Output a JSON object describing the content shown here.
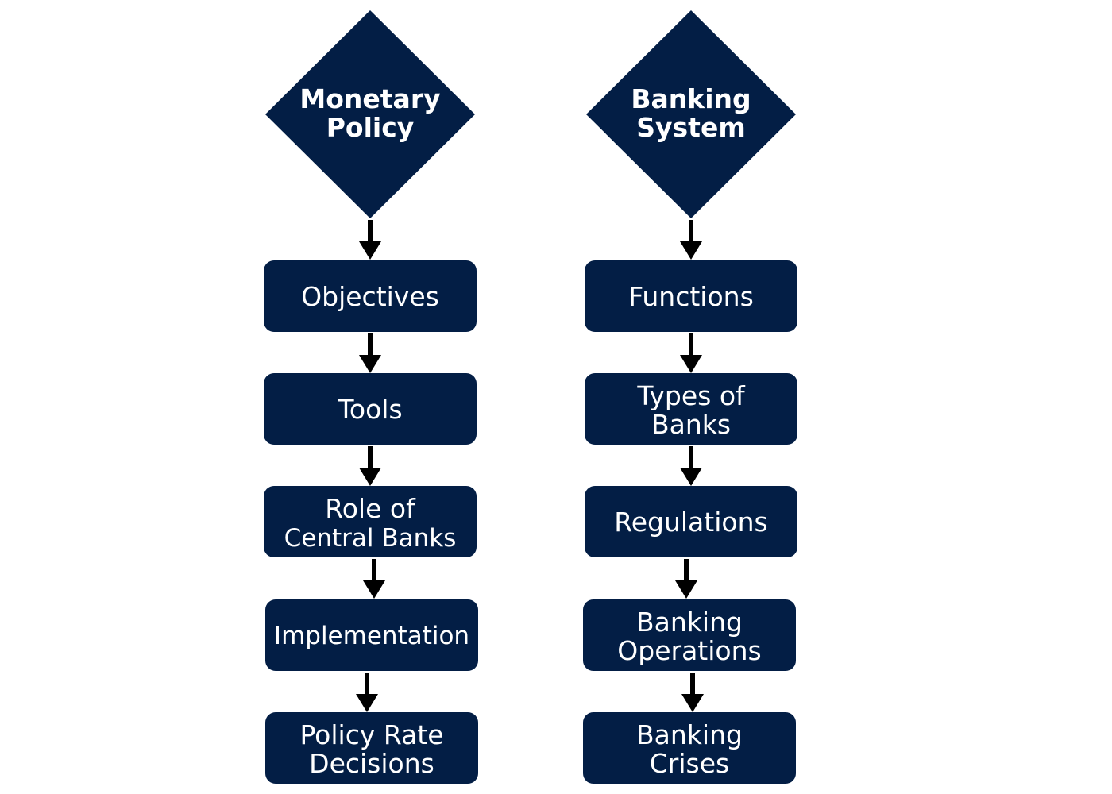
{
  "colors": {
    "node_fill": "#031e45",
    "node_text": "#ffffff",
    "arrow": "#000000",
    "background": "#ffffff"
  },
  "columns": [
    {
      "id": "monetary-policy",
      "header": [
        "Monetary",
        "Policy"
      ],
      "steps": [
        [
          "Objectives"
        ],
        [
          "Tools"
        ],
        [
          "Role of",
          "Central Banks"
        ],
        [
          "Implementation"
        ],
        [
          "Policy Rate",
          "Decisions"
        ]
      ]
    },
    {
      "id": "banking-system",
      "header": [
        "Banking",
        "System"
      ],
      "steps": [
        [
          "Functions"
        ],
        [
          "Types of",
          "Banks"
        ],
        [
          "Regulations"
        ],
        [
          "Banking",
          "Operations"
        ],
        [
          "Banking",
          "Crises"
        ]
      ]
    }
  ]
}
